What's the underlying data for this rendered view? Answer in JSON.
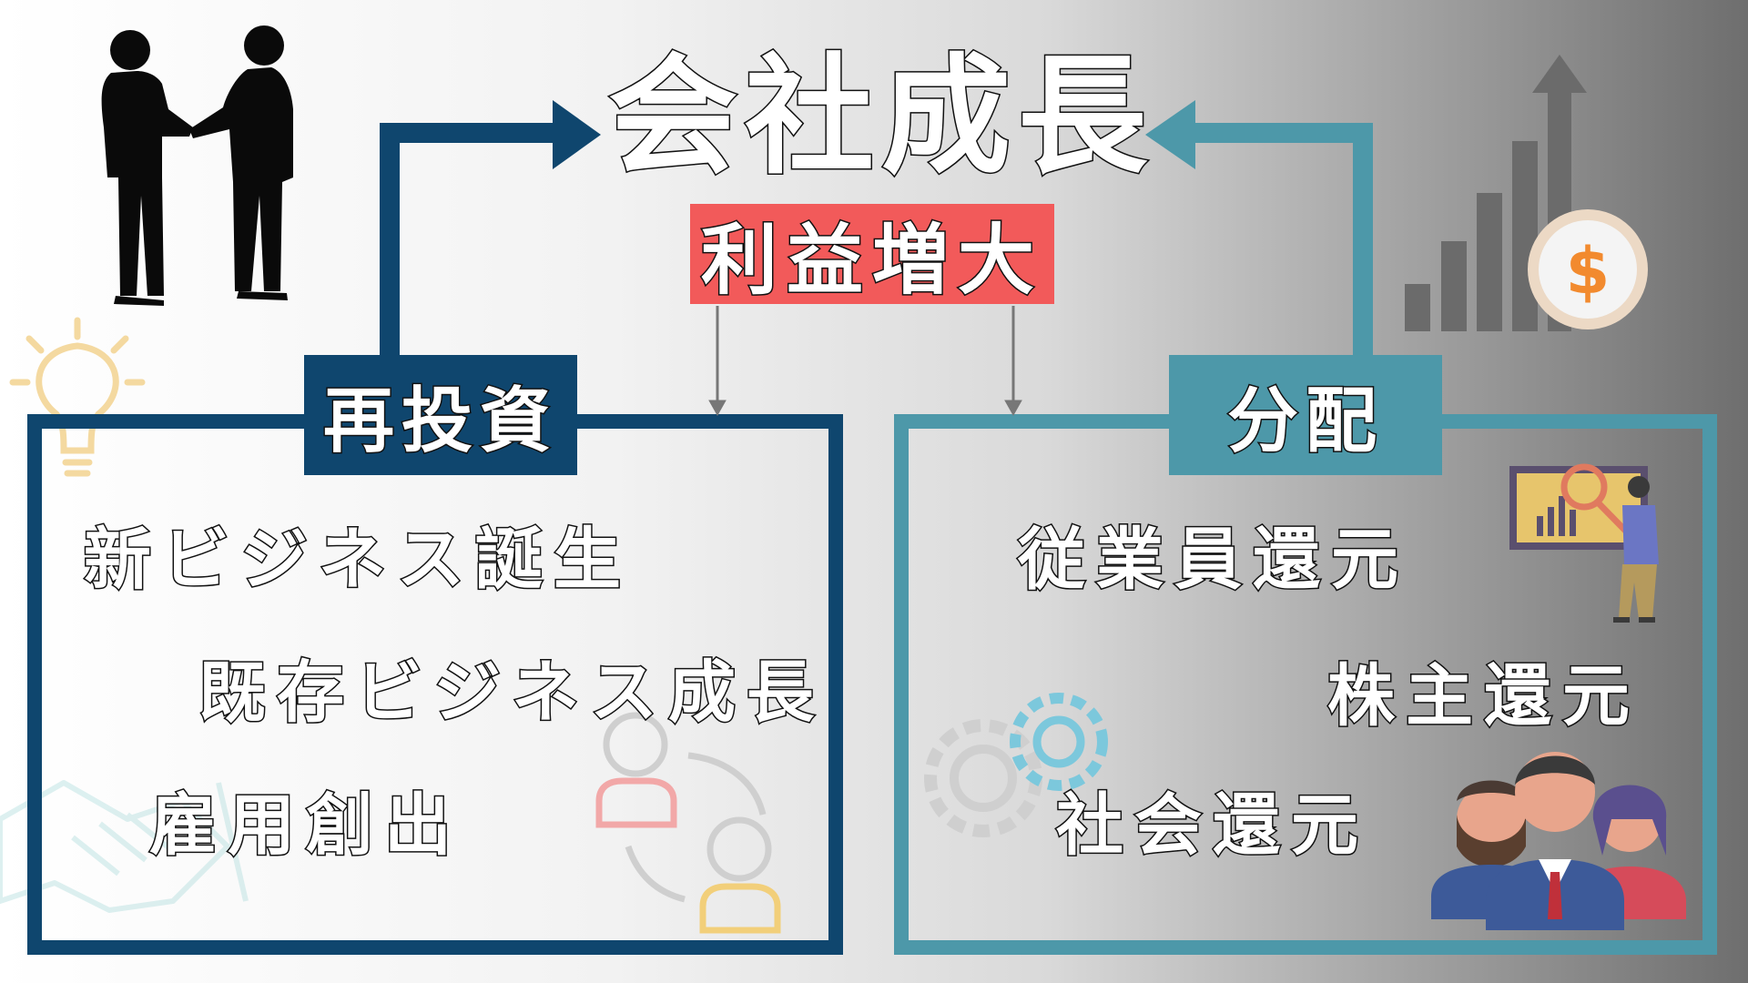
{
  "title": "会社成長",
  "center_label": "利益増大",
  "left_panel": {
    "label": "再投資",
    "items": [
      "新ビジネス誕生",
      "既存ビジネス成長",
      "雇用創出"
    ]
  },
  "right_panel": {
    "label": "分配",
    "items": [
      "従業員還元",
      "株主還元",
      "社会還元"
    ]
  },
  "icons": [
    "handshake-silhouette-icon",
    "lightbulb-icon",
    "people-cycle-icon",
    "bar-chart-arrow-icon",
    "dollar-coin-icon",
    "analyst-icon",
    "gears-icon",
    "business-team-icon",
    "handshake-outline-icon"
  ],
  "colors": {
    "navy": "#0f466e",
    "teal": "#4d98a9",
    "red": "#f25a5a"
  }
}
